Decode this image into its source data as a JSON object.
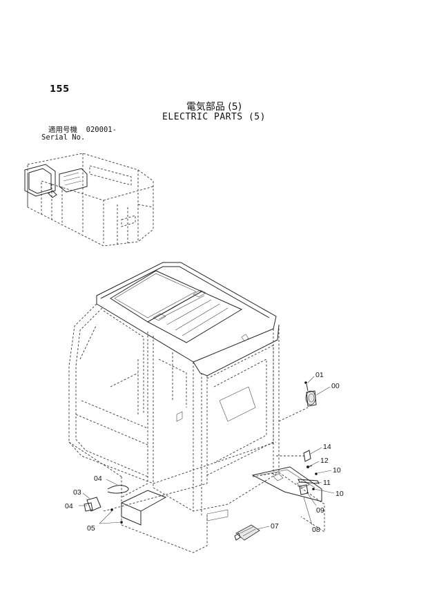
{
  "page": {
    "number": "155",
    "title_jp": "電気部品 (5)",
    "title_en": "ELECTRIC PARTS (5)",
    "serial_label_jp": "適用号機",
    "serial_value": "020001-",
    "serial_label_en": "Serial No."
  },
  "callouts": [
    {
      "label": "01"
    },
    {
      "label": "00"
    },
    {
      "label": "14"
    },
    {
      "label": "12"
    },
    {
      "label": "10"
    },
    {
      "label": "11"
    },
    {
      "label": "10"
    },
    {
      "label": "09"
    },
    {
      "label": "08"
    },
    {
      "label": "07"
    },
    {
      "label": "04"
    },
    {
      "label": "03"
    },
    {
      "label": "04"
    },
    {
      "label": "05"
    }
  ]
}
